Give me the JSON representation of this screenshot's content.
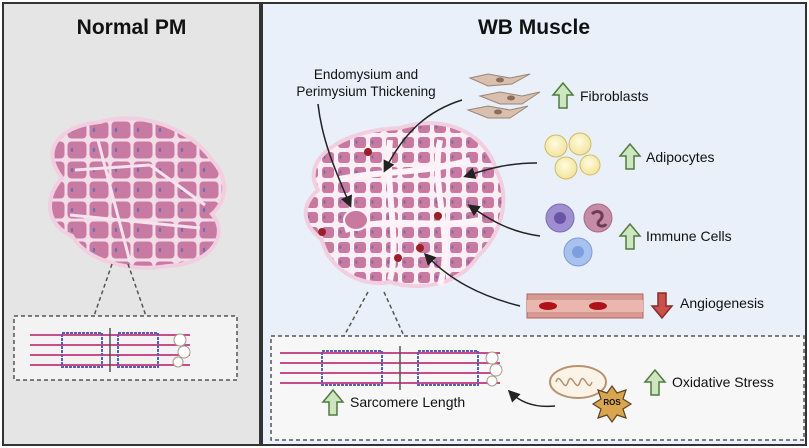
{
  "panels": {
    "left_title": "Normal PM",
    "right_title": "WB Muscle"
  },
  "labels": {
    "endo_line1": "Endomysium and",
    "endo_line2": "Perimysium Thickening",
    "fibroblasts": "Fibroblasts",
    "adipocytes": "Adipocytes",
    "immune": "Immune Cells",
    "angiogenesis": "Angiogenesis",
    "oxidative": "Oxidative Stress",
    "sarcomere": "Sarcomere Length",
    "ros": "ROS"
  },
  "indicators": {
    "fibroblasts": "up",
    "adipocytes": "up",
    "immune": "up",
    "angiogenesis": "down",
    "oxidative": "up",
    "sarcomere": "up"
  },
  "colors": {
    "up_arrow": "#7fae6b",
    "down_arrow": "#c0504d",
    "muscle": "#c9789f",
    "tissue": "#f6e6ef"
  }
}
